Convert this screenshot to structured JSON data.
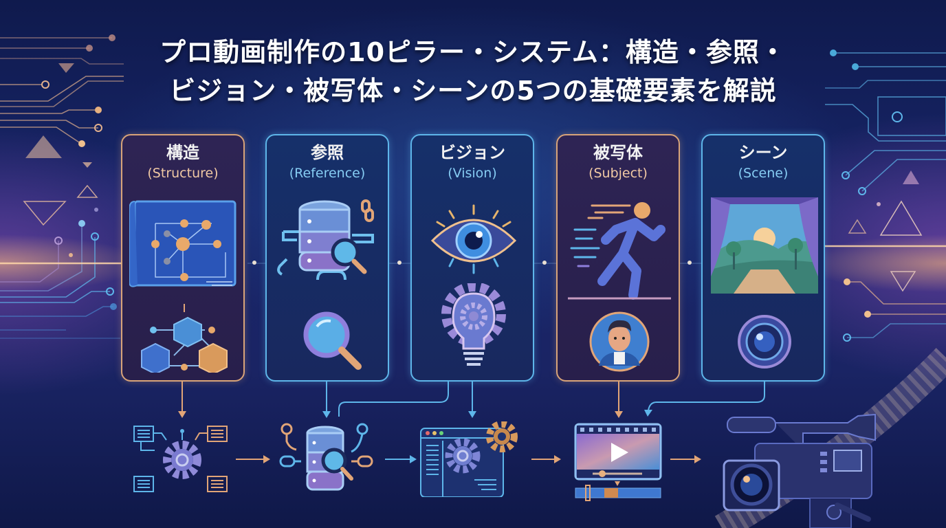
{
  "title": {
    "line1": "プロ動画制作の10ピラー・システム：構造・参照・",
    "line2": "ビジョン・被写体・シーンの5つの基礎要素を解説"
  },
  "pillars": [
    {
      "label": "構造",
      "sublabel": "(Structure)",
      "theme": "warm",
      "icons": [
        "blueprint-network-icon",
        "connected-cubes-icon"
      ]
    },
    {
      "label": "参照",
      "sublabel": "(Reference)",
      "theme": "cool",
      "icons": [
        "database-link-search-icon",
        "magnifier-icon"
      ]
    },
    {
      "label": "ビジョン",
      "sublabel": "(Vision)",
      "theme": "cool",
      "icons": [
        "glowing-eye-icon",
        "lightbulb-gear-icon"
      ]
    },
    {
      "label": "被写体",
      "sublabel": "(Subject)",
      "theme": "warm",
      "icons": [
        "running-person-icon",
        "person-avatar-icon"
      ]
    },
    {
      "label": "シーン",
      "sublabel": "(Scene)",
      "theme": "cool",
      "icons": [
        "stage-landscape-icon",
        "camera-lens-icon"
      ]
    }
  ],
  "workflow": [
    {
      "step": "structure-process-gear",
      "icon": "gear-documents-icon"
    },
    {
      "step": "reference-database-search",
      "icon": "database-search-icon"
    },
    {
      "step": "vision-app-settings",
      "icon": "browser-gears-icon"
    },
    {
      "step": "video-editing",
      "icon": "video-player-timeline-icon"
    },
    {
      "step": "camera-production",
      "icon": "video-camera-icon"
    }
  ],
  "colors": {
    "warm_accent": "#d9a479",
    "cool_accent": "#5eb6ea",
    "background_dark": "#0f1a4d",
    "glow": "#ffbe78"
  }
}
